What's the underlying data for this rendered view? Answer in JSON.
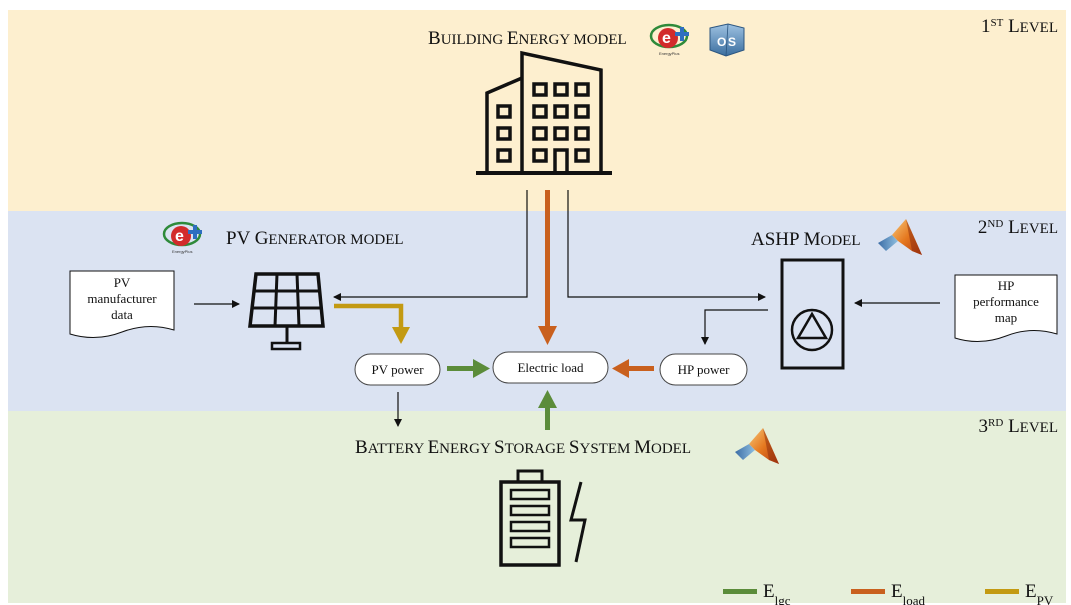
{
  "levels": [
    {
      "num": "1",
      "sup": "ST",
      "rest": "L",
      "rest_small": "EVEL"
    },
    {
      "num": "2",
      "sup": "ND",
      "rest": "L",
      "rest_small": "EVEL"
    },
    {
      "num": "3",
      "sup": "RD",
      "rest": "L",
      "rest_small": "EVEL"
    }
  ],
  "building_title": [
    {
      "big": "B",
      "small": "UILDING "
    },
    {
      "big": "E",
      "small": "NERGY "
    },
    {
      "big": "",
      "small": "MODEL"
    }
  ],
  "pv_title": [
    {
      "big": "PV G",
      "small": "ENERATOR "
    },
    {
      "big": "",
      "small": "MODEL"
    }
  ],
  "ashp_title": [
    {
      "big": "ASHP M",
      "small": "ODEL"
    }
  ],
  "bess_title": [
    {
      "big": "B",
      "small": "ATTERY "
    },
    {
      "big": "E",
      "small": "NERGY "
    },
    {
      "big": "S",
      "small": "TORAGE "
    },
    {
      "big": "S",
      "small": "YSTEM "
    },
    {
      "big": "M",
      "small": "ODEL"
    }
  ],
  "pv_doc_lines": [
    "PV",
    "manufacturer",
    "data"
  ],
  "hp_doc_lines": [
    "HP",
    "performance",
    "map"
  ],
  "nodes": {
    "pv_power": "PV power",
    "electric_load": "Electric load",
    "hp_power": "HP power"
  },
  "legend": [
    {
      "main": "E",
      "sub": "lgc",
      "color": "#5b8c3a"
    },
    {
      "main": "E",
      "sub": "load",
      "color": "#c9601e"
    },
    {
      "main": "E",
      "sub": "PV",
      "color": "#c39a12"
    }
  ],
  "colors": {
    "band_level1": "#fdefcf",
    "band_level2": "#dbe3f2",
    "band_level3": "#e6efda",
    "flow_lgc": "#5b8c3a",
    "flow_load": "#c9601e",
    "flow_pv": "#c39a12"
  },
  "icons": [
    "energyplus-logo",
    "openstudio-logo",
    "matlab-logo",
    "building-icon",
    "solar-panel-icon",
    "heat-pump-icon",
    "battery-icon",
    "lightning-icon"
  ]
}
